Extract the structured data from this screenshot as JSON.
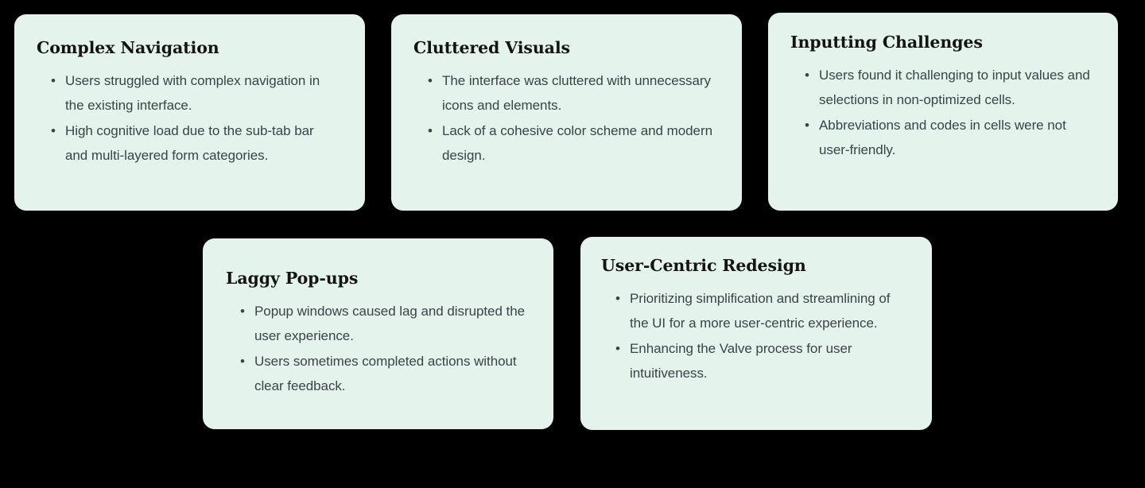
{
  "canvas": {
    "background_color": "#000000",
    "card_background_color": "#e4f4ec",
    "title_color": "#141414",
    "body_color": "#3c4248",
    "shadow_color": "#1e1e1e",
    "bullet_glyph": "•"
  },
  "cards": [
    {
      "title": "Complex Navigation",
      "bullets": [
        "Users struggled with complex navigation in the existing interface.",
        "High cognitive load due to the sub-tab bar and multi-layered form categories."
      ]
    },
    {
      "title": "Cluttered Visuals",
      "bullets": [
        "The interface was cluttered with unnecessary icons and elements.",
        "Lack of a cohesive color scheme and modern design."
      ]
    },
    {
      "title": "Inputting Challenges",
      "bullets": [
        "Users found it challenging to input values and selections in non-optimized cells.",
        "Abbreviations and codes in cells were not user-friendly."
      ]
    },
    {
      "title": "Laggy Pop-ups",
      "bullets": [
        "Popup windows caused lag and disrupted the user experience.",
        "Users sometimes completed actions without clear feedback."
      ]
    },
    {
      "title": "User-Centric Redesign",
      "bullets": [
        "Prioritizing simplification and streamlining of the UI for a more user-centric experience.",
        "Enhancing the Valve process for user intuitiveness."
      ]
    }
  ]
}
